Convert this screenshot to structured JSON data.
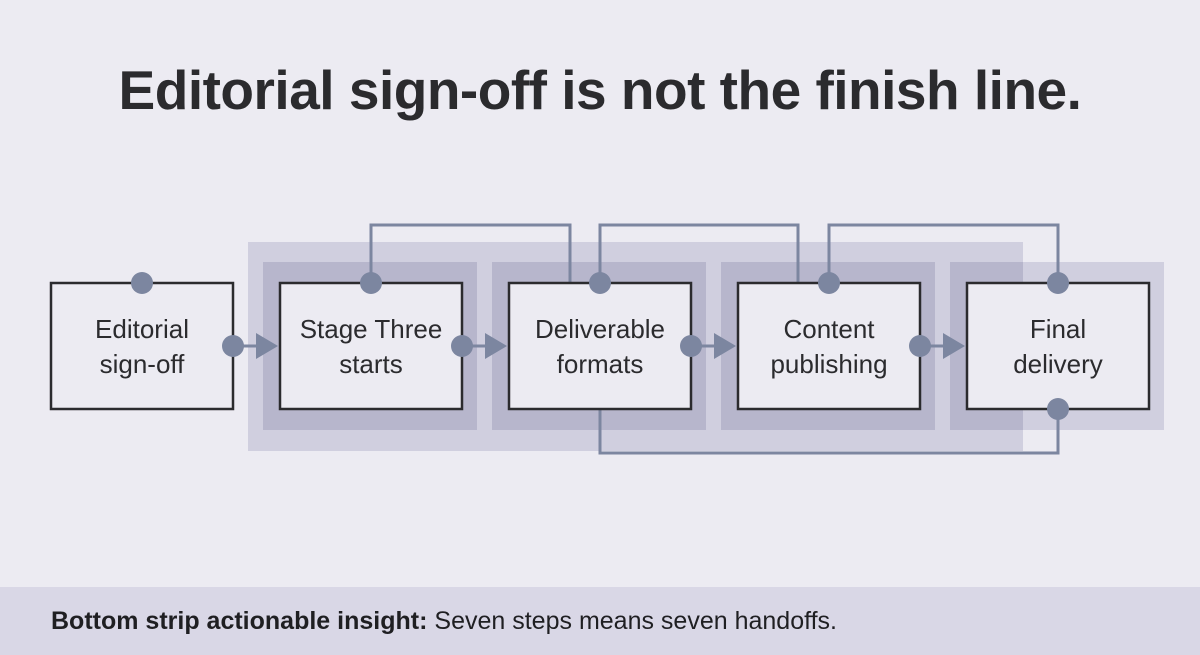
{
  "title": "Editorial sign-off is not the finish line.",
  "steps": [
    {
      "lines": [
        "Editorial",
        "sign-off"
      ]
    },
    {
      "lines": [
        "Stage Three",
        "starts"
      ]
    },
    {
      "lines": [
        "Deliverable",
        "formats"
      ]
    },
    {
      "lines": [
        "Content",
        "publishing"
      ]
    },
    {
      "lines": [
        "Final",
        "delivery"
      ]
    }
  ],
  "insight": {
    "lead": "Bottom strip actionable insight:",
    "text": "Seven steps means seven handoffs."
  },
  "colors": {
    "background": "#ecebf2",
    "box_stroke": "#2b2b2e",
    "connector": "#7c86a0",
    "band_light": "#d0cfdf",
    "band_dark": "#b7b6cc",
    "strip": "#d9d7e6"
  }
}
